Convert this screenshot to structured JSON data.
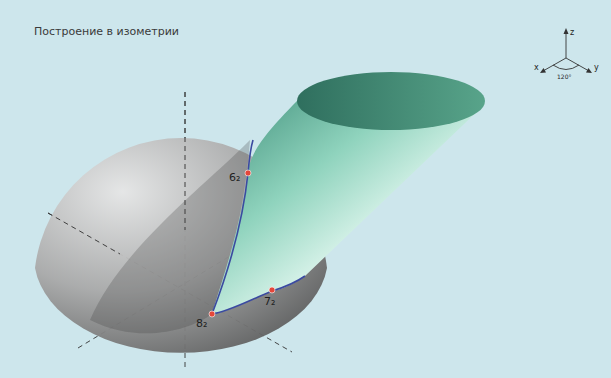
{
  "diagram": {
    "title": "Построение в изометрии",
    "labels": [
      "z",
      "x",
      "y",
      "120°",
      "6₂",
      "7₂",
      "8₂"
    ]
  }
}
